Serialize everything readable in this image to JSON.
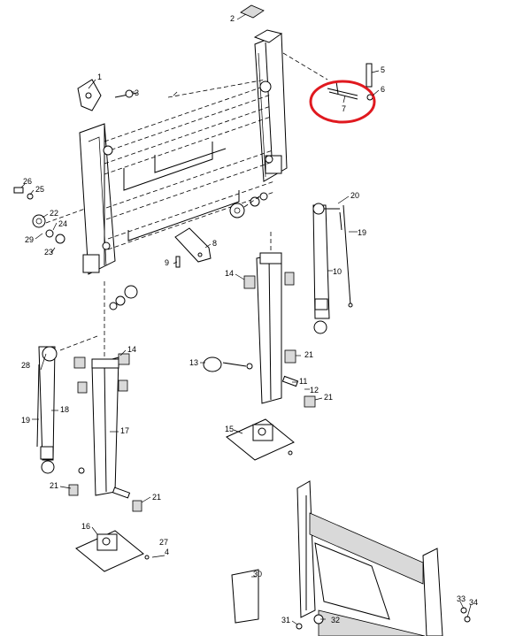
{
  "callouts": [
    "1",
    "2",
    "3",
    "4",
    "5",
    "6",
    "7",
    "8",
    "9",
    "10",
    "11",
    "12",
    "13",
    "14",
    "14",
    "15",
    "16",
    "17",
    "18",
    "19",
    "19",
    "20",
    "21",
    "21",
    "21",
    "21",
    "21",
    "22",
    "23",
    "24",
    "25",
    "26",
    "27",
    "28",
    "29",
    "30",
    "31",
    "32",
    "33",
    "34"
  ],
  "highlight_color": "#e0191f",
  "line_color": "#000000"
}
